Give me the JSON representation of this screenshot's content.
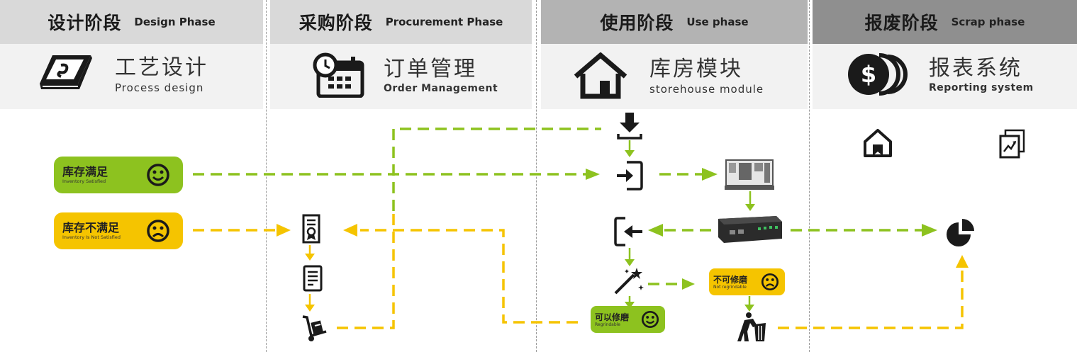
{
  "phases": [
    {
      "cn": "设计阶段",
      "en": "Design Phase"
    },
    {
      "cn": "采购阶段",
      "en": "Procurement Phase"
    },
    {
      "cn": "使用阶段",
      "en": "Use phase"
    },
    {
      "cn": "报废阶段",
      "en": "Scrap phase"
    }
  ],
  "modules": [
    {
      "cn": "工艺设计",
      "en": "Process design",
      "icon": "book-icon"
    },
    {
      "cn": "订单管理",
      "en": "Order Management",
      "icon": "calendar-clock-icon"
    },
    {
      "cn": "库房模块",
      "en": "storehouse module",
      "icon": "house-icon"
    },
    {
      "cn": "报表系统",
      "en": "Reporting system",
      "icon": "coins-icon"
    }
  ],
  "status": {
    "satisfied": {
      "cn": "库存满足",
      "en": "Inventory Satisfied",
      "face": "happy-face-icon"
    },
    "not_satisfied": {
      "cn": "库存不满足",
      "en": "Inventory Is Not Satisfied",
      "face": "sad-face-icon"
    },
    "regrindable": {
      "cn": "可以修磨",
      "en": "Regrindable",
      "face": "happy-face-icon"
    },
    "not_regrindable": {
      "cn": "不可修磨",
      "en": "Not regrindable",
      "face": "sad-face-icon"
    }
  },
  "colors": {
    "green": "#8dc21f",
    "yellow": "#f5c400",
    "header_light": "#d9d9d9",
    "header_mid": "#b3b3b3",
    "header_dark": "#8f8f8f"
  }
}
